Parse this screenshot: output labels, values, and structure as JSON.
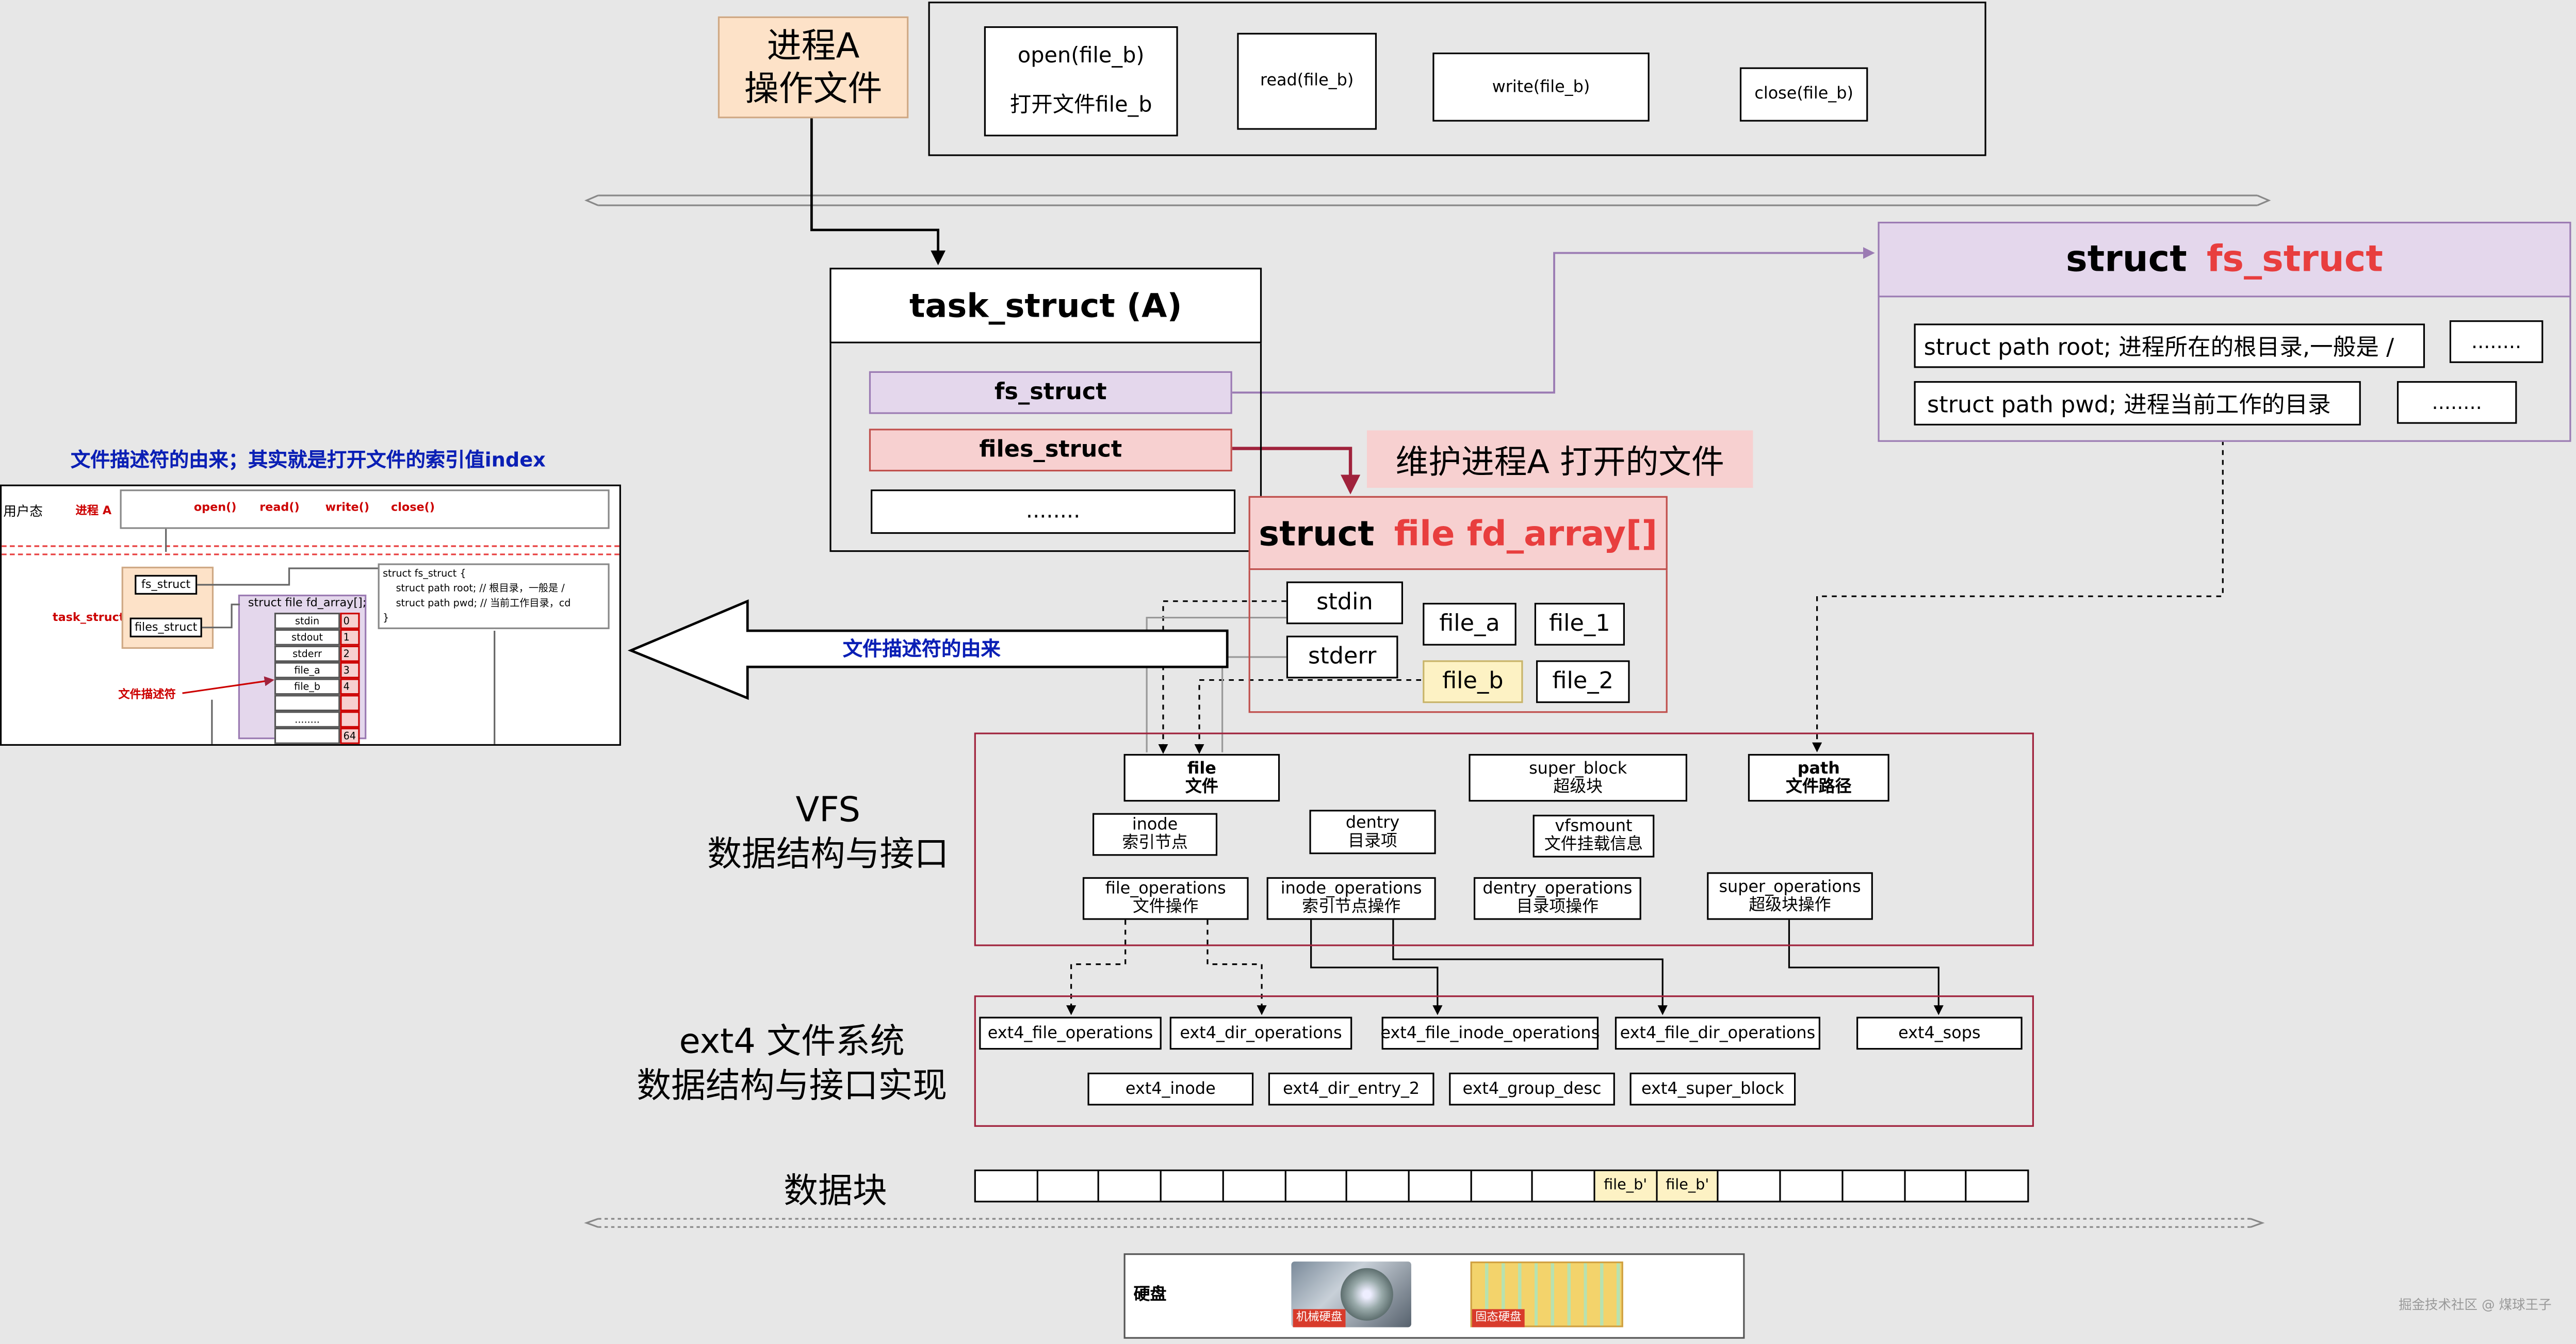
{
  "process": {
    "label": "进程A\n操作文件"
  },
  "syscalls": {
    "open": "open(file_b)",
    "open_sub": "打开文件file_b",
    "read": "read(file_b)",
    "write": "write(file_b)",
    "close": "close(file_b)"
  },
  "task_struct": {
    "title": "task_struct (A)",
    "fs_struct": "fs_struct",
    "files_struct": "files_struct",
    "more": "........"
  },
  "fs_struct": {
    "title_prefix": "struct",
    "title_name": "fs_struct",
    "root": "struct path root; 进程所在的根目录,一般是 /",
    "root_more": "........",
    "pwd": "struct path pwd; 进程当前工作的目录",
    "pwd_more": "........"
  },
  "fd_array": {
    "note": "维护进程A 打开的文件",
    "title_prefix": "struct",
    "title_name": "file fd_array[]",
    "stdin": "stdin",
    "stderr": "stderr",
    "file_a": "file_a",
    "file_1": "file_1",
    "file_b": "file_b",
    "file_2": "file_2"
  },
  "origin": {
    "heading": "文件描述符的由来；其实就是打开文件的索引值index",
    "arrow_label": "文件描述符的由来"
  },
  "thumb": {
    "user_space": "用户态",
    "process": "进程 A",
    "open": "open()",
    "read": "read()",
    "write": "write()",
    "close": "close()",
    "task_struct": "task_struct",
    "fs_struct": "fs_struct",
    "files_struct": "files_struct",
    "fd_title": "struct file fd_array[];",
    "fd_rows": [
      "stdin",
      "stdout",
      "stderr",
      "file_a",
      "file_b",
      "",
      "........",
      ""
    ],
    "fd_idx": [
      "0",
      "1",
      "2",
      "3",
      "4",
      "",
      "",
      "64"
    ],
    "fs_code": [
      "struct fs_struct {",
      "struct path root; // 根目录，一般是 /",
      "struct path pwd; // 当前工作目录，cd",
      "}"
    ],
    "fd_label": "文件描述符"
  },
  "vfs": {
    "label": "VFS\n数据结构与接口",
    "file": "file\n文件",
    "super_block": "super_block\n超级块",
    "path": "path\n文件路径",
    "inode": "inode\n索引节点",
    "dentry": "dentry\n目录项",
    "vfsmount": "vfsmount\n文件挂载信息",
    "file_operations": "file_operations\n文件操作",
    "inode_operations": "inode_operations\n索引节点操作",
    "dentry_operations": "dentry_operations\n目录项操作",
    "super_operations": "super_operations\n超级块操作"
  },
  "ext4": {
    "label": "ext4 文件系统\n数据结构与接口实现",
    "file_operations": "ext4_file_operations",
    "dir_operations": "ext4_dir_operations",
    "file_inode_operations": "ext4_file_inode_operations",
    "file_dir_operations": "ext4_file_dir_operations",
    "sops": "ext4_sops",
    "inode": "ext4_inode",
    "dir_entry_2": "ext4_dir_entry_2",
    "group_desc": "ext4_group_desc",
    "super_block": "ext4_super_block"
  },
  "blocks": {
    "label": "数据块",
    "cells": [
      "",
      "",
      "",
      "",
      "",
      "",
      "",
      "",
      "",
      "",
      "file_b'",
      "file_b'",
      "",
      "",
      "",
      "",
      ""
    ]
  },
  "disk": {
    "label": "硬盘",
    "hdd": "机械硬盘",
    "ssd": "固态硬盘"
  },
  "watermark": "掘金技术社区 @ 煤球王子",
  "colors": {
    "purple_fill": "#e4d7ec",
    "purple_border": "#9b7bb3",
    "pink_fill": "#f7d0d0",
    "pink_border": "#c0504d",
    "orange_fill": "#fde2c8",
    "yellow_fill": "#fdf2c4",
    "red_text": "#e83e3e",
    "blue_text": "#0a1fb5",
    "dark_red": "#a0223c"
  }
}
